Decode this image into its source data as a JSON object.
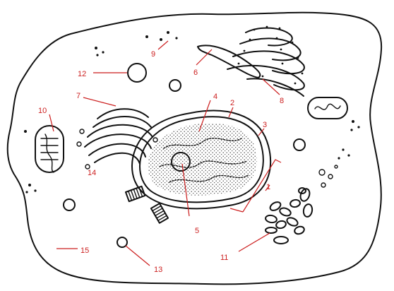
{
  "diagram": {
    "colors": {
      "outline": "#111111",
      "label": "#cc1f1f",
      "stipple": "#444444",
      "background": "#ffffff"
    },
    "labels": {
      "l1": "1",
      "l2": "2",
      "l3": "3",
      "l4": "4",
      "l5": "5",
      "l6": "6",
      "l7": "7",
      "l8": "8",
      "l9": "9",
      "l10": "10",
      "l11": "11",
      "l12": "12",
      "l13": "13",
      "l14": "14",
      "l15": "15"
    }
  }
}
